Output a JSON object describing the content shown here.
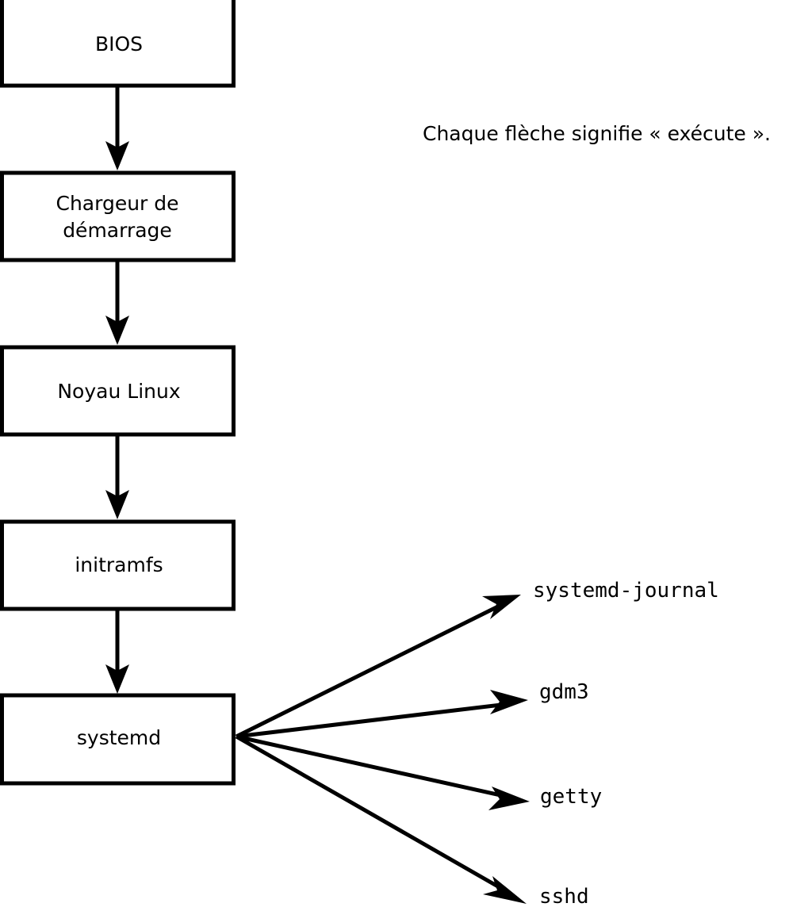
{
  "diagram": {
    "caption": "Chaque flèche signifie « exécute ».",
    "chain": [
      {
        "id": "bios",
        "label": "BIOS",
        "lines": [
          "BIOS"
        ]
      },
      {
        "id": "bootloader",
        "label": "Chargeur de démarrage",
        "lines": [
          "Chargeur de",
          "démarrage"
        ]
      },
      {
        "id": "kernel",
        "label": "Noyau Linux",
        "lines": [
          "Noyau Linux"
        ]
      },
      {
        "id": "initramfs",
        "label": "initramfs",
        "lines": [
          "initramfs"
        ]
      },
      {
        "id": "systemd",
        "label": "systemd",
        "lines": [
          "systemd"
        ]
      }
    ],
    "services": [
      {
        "id": "systemd-journal",
        "label": "systemd-journal"
      },
      {
        "id": "gdm3",
        "label": "gdm3"
      },
      {
        "id": "getty",
        "label": "getty"
      },
      {
        "id": "sshd",
        "label": "sshd"
      }
    ],
    "colors": {
      "stroke": "#000000",
      "fill": "#ffffff",
      "background": "#ffffff"
    }
  }
}
